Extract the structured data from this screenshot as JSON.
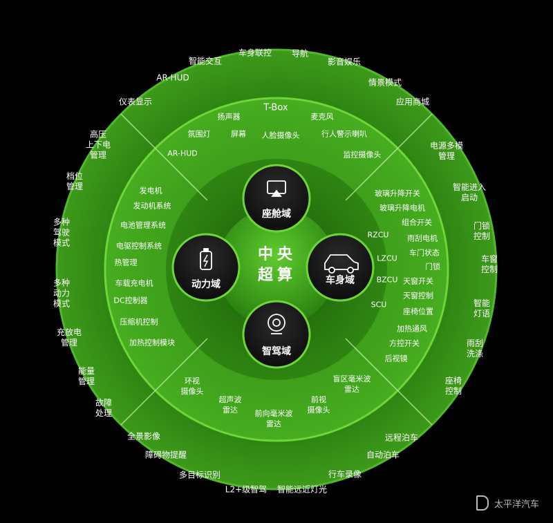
{
  "center": {
    "title": "中央\n超算"
  },
  "domains": {
    "cockpit": "座舱域",
    "body": "车身域",
    "power": "动力域",
    "adas": "智驾域"
  },
  "outer_ring": {
    "cockpit": [
      "AR-HUD",
      "智能交互",
      "车身联控",
      "导航",
      "影音娱乐",
      "情景模式",
      "应用商城",
      "仪表显示"
    ],
    "body": [
      "电源多模\n管理",
      "智能进入\n启动",
      "门锁\n控制",
      "车窗\n控制",
      "智能\n灯语",
      "雨刮\n洗涤",
      "座椅\n控制"
    ],
    "power": [
      "高压\n上下电\n管理",
      "档位\n管理",
      "多种\n驾驶\n模式",
      "多种\n动力\n模式",
      "充放电\n管理",
      "能量\n管理",
      "故障\n处理"
    ],
    "adas": [
      "全景影像",
      "障碍物提醒",
      "多目标识别",
      "L2+级智驾",
      "智能远近灯光",
      "行车录像",
      "自动泊车",
      "远程泊车"
    ]
  },
  "inner_ring": {
    "cockpit": [
      "T-Box",
      "扬声器",
      "麦克风",
      "氛围灯",
      "屏幕",
      "人脸摄像头",
      "行人警示喇叭",
      "AR-HUD",
      "监控摄像头"
    ],
    "body_units": [
      "RZCU",
      "LZCU",
      "BZCU",
      "SCU"
    ],
    "body": [
      "玻璃升降开关",
      "玻璃升降电机",
      "组合开关",
      "雨刮电机",
      "车门状态",
      "门锁",
      "天窗开关",
      "天窗控制",
      "座椅位置",
      "加热通风",
      "方控开关",
      "后视镜"
    ],
    "power": [
      "发电机",
      "发动机系统",
      "电池管理系统",
      "电驱控制系统",
      "热管理",
      "车载充电机",
      "DC控制器",
      "压缩机控制",
      "加热控制模块"
    ],
    "adas": [
      "环视\n摄像头",
      "超声波\n雷达",
      "前向毫米波\n雷达",
      "前视\n摄像头",
      "盲区毫米波\n雷达"
    ]
  },
  "watermark": "太平洋汽车",
  "colors": {
    "ring_outer": "#2f8a12",
    "ring_inner": "#3f9e1b",
    "hub": "#4cb421",
    "hub_dark": "#1d5e09",
    "text": "#ffffff"
  }
}
